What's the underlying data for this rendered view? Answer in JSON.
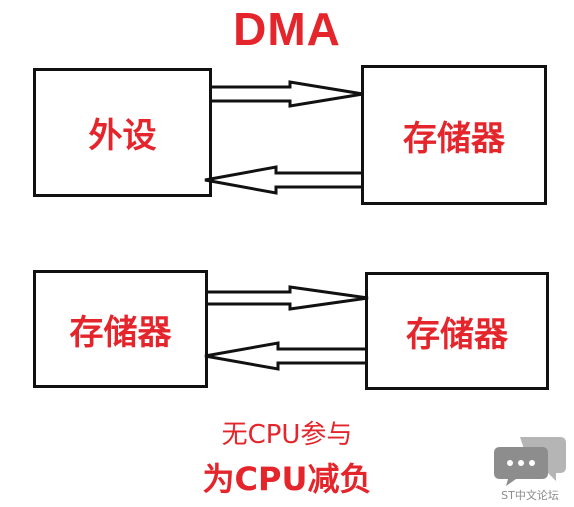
{
  "title": "DMA",
  "boxes": {
    "top_left": "外设",
    "top_right": "存储器",
    "bottom_left": "存储器",
    "bottom_right": "存储器"
  },
  "notes": {
    "line1": "无CPU参与",
    "line2": "为CPU减负"
  },
  "watermark": {
    "text": "ST中文论坛",
    "icon": "chat-bubbles-icon"
  },
  "colors": {
    "accent": "#e4262c",
    "stroke": "#111111",
    "watermark": "#8a8a8a"
  }
}
